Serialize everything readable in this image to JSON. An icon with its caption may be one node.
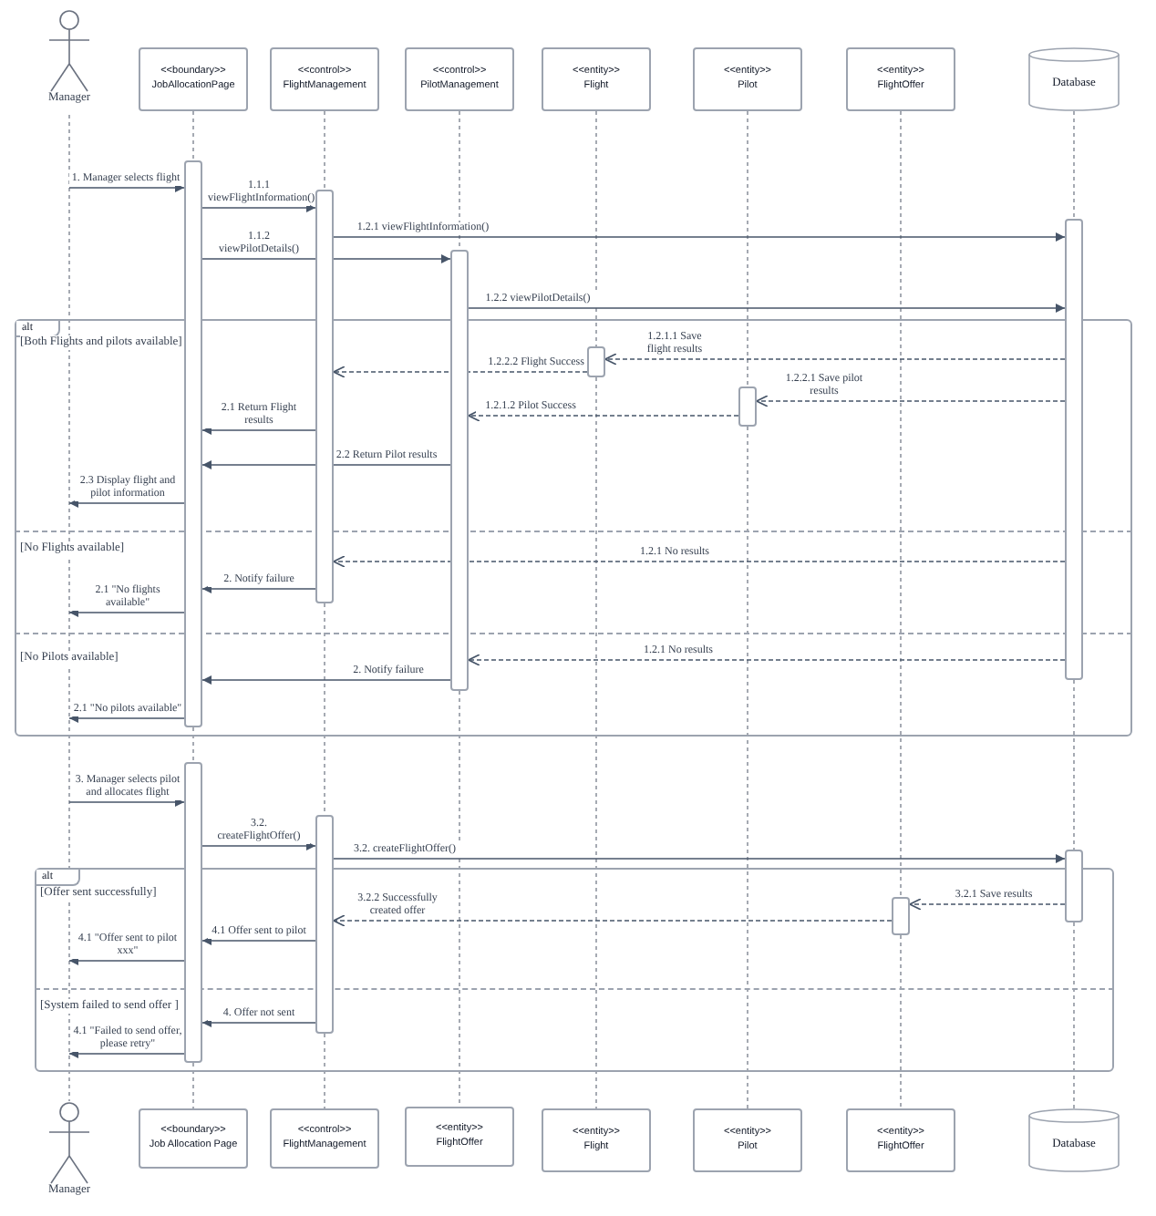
{
  "diagram": {
    "nodes": [
      {
        "text": [
          "Manager"
        ]
      },
      {
        "text": [
          "<<boundary>>",
          "JobAllocationPage"
        ]
      },
      {
        "text": [
          "<<control>>",
          "FlightManagement"
        ]
      },
      {
        "text": [
          "<<control>>",
          "PilotManagement"
        ]
      },
      {
        "text": [
          "<<entity>>",
          "Flight"
        ]
      },
      {
        "text": [
          "<<entity>>",
          "Pilot"
        ]
      },
      {
        "text": [
          "<<entity>>",
          "FlightOffer"
        ]
      },
      {
        "text": [
          "Database"
        ]
      },
      {
        "text": [],
        "shape": "bar"
      },
      {
        "text": [],
        "shape": "bar"
      },
      {
        "text": [],
        "shape": "bar"
      },
      {
        "text": [],
        "shape": "bar"
      },
      {
        "text": [],
        "shape": "bar"
      },
      {
        "text": [],
        "shape": "bar"
      },
      {
        "text": [],
        "shape": "bar"
      },
      {
        "text": [],
        "shape": "bar"
      },
      {
        "text": [],
        "shape": "bar"
      },
      {
        "text": [],
        "shape": "bar"
      },
      {
        "text": [
          "Manager"
        ]
      },
      {
        "text": [
          "<<boundary>>",
          "Job Allocation Page"
        ]
      },
      {
        "text": [
          "<<control>>",
          "FlightManagement"
        ]
      },
      {
        "text": [
          "<<entity>>",
          "FlightOffer"
        ]
      },
      {
        "text": [
          "<<entity>>",
          "Flight"
        ]
      },
      {
        "text": [
          "<<entity>>",
          "Pilot"
        ]
      },
      {
        "text": [
          "<<entity>>",
          "FlightOffer"
        ]
      },
      {
        "text": [
          "Database"
        ]
      }
    ],
    "edges": [
      {
        "from": 0,
        "to": 18,
        "arrow": "none",
        "style": "dashed"
      },
      {
        "from": 1,
        "to": 8,
        "arrow": "none",
        "style": "dashed"
      },
      {
        "from": 8,
        "to": 14,
        "arrow": "none",
        "style": "dashed"
      },
      {
        "from": 14,
        "to": 19,
        "arrow": "none",
        "style": "dashed"
      },
      {
        "from": 2,
        "to": 9,
        "arrow": "none",
        "style": "dashed"
      },
      {
        "from": 9,
        "to": 15,
        "arrow": "none",
        "style": "dashed"
      },
      {
        "from": 15,
        "to": 20,
        "arrow": "none",
        "style": "dashed"
      },
      {
        "from": 3,
        "to": 11,
        "arrow": "none",
        "style": "dashed"
      },
      {
        "from": 11,
        "to": 21,
        "arrow": "none",
        "style": "dashed"
      },
      {
        "from": 4,
        "to": 12,
        "arrow": "none",
        "style": "dashed"
      },
      {
        "from": 12,
        "to": 22,
        "arrow": "none",
        "style": "dashed"
      },
      {
        "from": 5,
        "to": 13,
        "arrow": "none",
        "style": "dashed"
      },
      {
        "from": 13,
        "to": 23,
        "arrow": "none",
        "style": "dashed"
      },
      {
        "from": 6,
        "to": 17,
        "arrow": "none",
        "style": "dashed"
      },
      {
        "from": 17,
        "to": 24,
        "arrow": "none",
        "style": "dashed"
      },
      {
        "from": 7,
        "to": 10,
        "arrow": "none",
        "style": "dashed"
      },
      {
        "from": 10,
        "to": 16,
        "arrow": "none",
        "style": "dashed"
      },
      {
        "from": 16,
        "to": 25,
        "arrow": "none",
        "style": "dashed"
      },
      {
        "from": null,
        "to": 8,
        "arrow": "to",
        "label": "1. Manager selects flight"
      },
      {
        "from": 8,
        "to": 9,
        "arrow": "to",
        "label": "1.1.1 viewFlightInformation()"
      },
      {
        "from": 9,
        "to": 10,
        "arrow": "to",
        "label": "1.2.1 viewFlightInformation()"
      },
      {
        "from": 8,
        "to": 11,
        "arrow": "to",
        "label": "1.1.2 viewPilotDetails()"
      },
      {
        "from": 11,
        "to": 10,
        "arrow": "to",
        "label": "1.2.2 viewPilotDetails()"
      },
      {
        "from": 10,
        "to": 12,
        "arrow": "to",
        "label": "1.2.1.1 Save flight results",
        "style": "dashed"
      },
      {
        "from": 12,
        "to": 9,
        "arrow": "to",
        "label": "1.2.2.2 Flight Success",
        "style": "dashed"
      },
      {
        "from": 10,
        "to": 13,
        "arrow": "to",
        "label": "1.2.2.1 Save pilot results",
        "style": "dashed"
      },
      {
        "from": 13,
        "to": 11,
        "arrow": "to",
        "label": "1.2.1.2 Pilot Success",
        "style": "dashed"
      },
      {
        "from": 9,
        "to": 8,
        "arrow": "to",
        "label": "2.1 Return Flight results"
      },
      {
        "from": 11,
        "to": 8,
        "arrow": "to",
        "label": "2.2 Return Pilot results"
      },
      {
        "from": 8,
        "to": null,
        "arrow": "to",
        "label": "2.3 Display flight and pilot information"
      },
      {
        "from": 10,
        "to": 9,
        "arrow": "to",
        "label": "1.2.1 No results",
        "style": "dashed"
      },
      {
        "from": 9,
        "to": 8,
        "arrow": "to",
        "label": "2. Notify failure"
      },
      {
        "from": 8,
        "to": null,
        "arrow": "to",
        "label": "2.1 \"No flights available\""
      },
      {
        "from": 10,
        "to": 11,
        "arrow": "to",
        "label": "1.2.1 No results",
        "style": "dashed"
      },
      {
        "from": 11,
        "to": 8,
        "arrow": "to",
        "label": "2. Notify failure"
      },
      {
        "from": 8,
        "to": null,
        "arrow": "to",
        "label": "2.1 \"No pilots available\""
      },
      {
        "from": null,
        "to": 14,
        "arrow": "to",
        "label": "3. Manager selects pilot and allocates flight"
      },
      {
        "from": 14,
        "to": 15,
        "arrow": "to",
        "label": "3.2. createFlightOffer()"
      },
      {
        "from": 15,
        "to": 16,
        "arrow": "to",
        "label": "3.2. createFlightOffer()"
      },
      {
        "from": 16,
        "to": 17,
        "arrow": "to",
        "label": "3.2.1 Save results",
        "style": "dashed"
      },
      {
        "from": 17,
        "to": 15,
        "arrow": "to",
        "label": "3.2.2 Successfully created offer",
        "style": "dashed"
      },
      {
        "from": 15,
        "to": 14,
        "arrow": "to",
        "label": "4.1 Offer sent to pilot"
      },
      {
        "from": 14,
        "to": null,
        "arrow": "to",
        "label": "4.1 \"Offer sent to pilot xxx\""
      },
      {
        "from": 15,
        "to": 14,
        "arrow": "to",
        "label": "4. Offer not sent"
      },
      {
        "from": 14,
        "to": null,
        "arrow": "to",
        "label": "4.1 \"Failed to send offer, please retry\""
      }
    ],
    "labels": [
      "alt",
      "[Both Flights and pilots available]",
      "[No Flights available]",
      "[No Pilots available]",
      "alt",
      "[Offer sent successfully]",
      "[System failed to send offer ]"
    ]
  }
}
